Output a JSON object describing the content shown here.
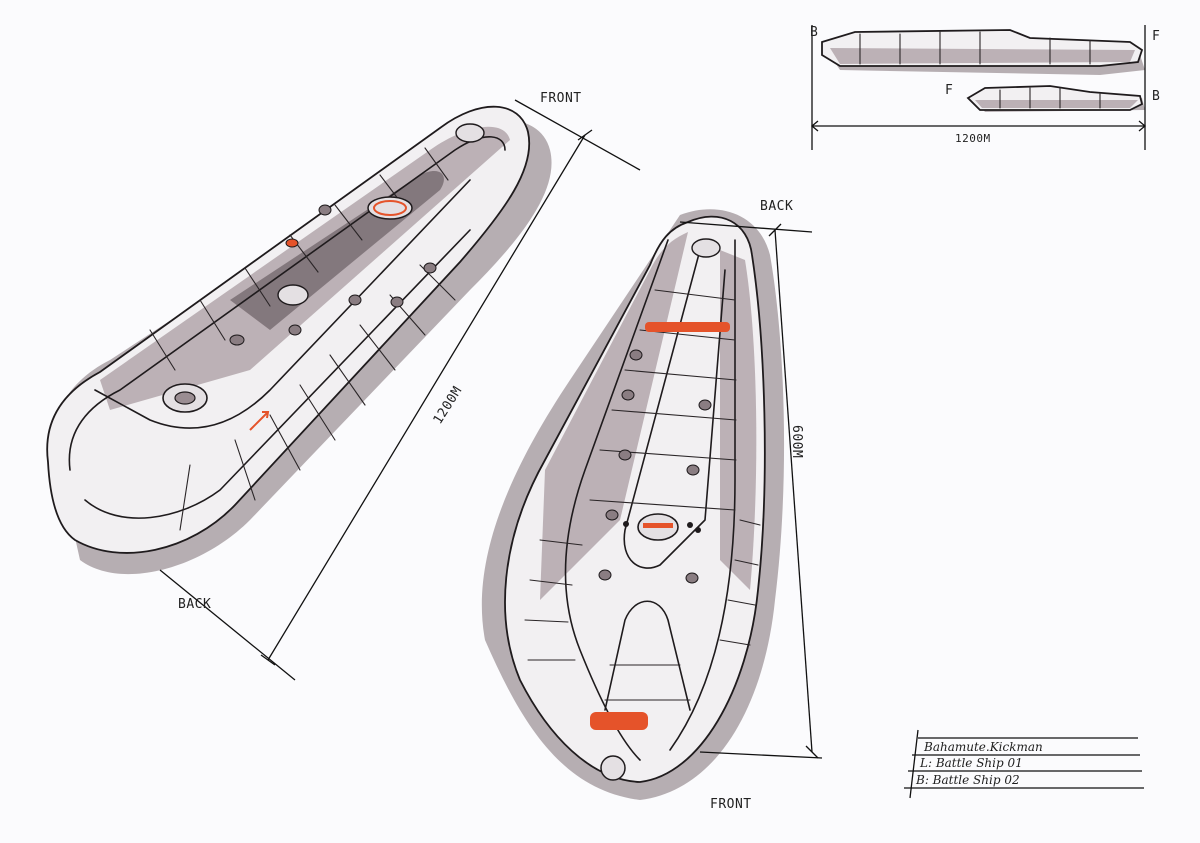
{
  "labels": {
    "ship1_front": "FRONT",
    "ship1_back": "BACK",
    "ship1_length": "1200M",
    "ship2_back": "BACK",
    "ship2_front": "FRONT",
    "ship2_length": "600M",
    "side_b_left": "B",
    "side_f_right": "F",
    "side_f_left": "F",
    "side_b_right": "B",
    "side_length": "1200M"
  },
  "title_block": {
    "author": "Bahamute.Kickman",
    "line_1": "L: Battle Ship 01",
    "line_2": "B: Battle Ship 02"
  },
  "colors": {
    "ink": "#1f1b1d",
    "marker_grey": "#7d6f74",
    "accent_orange": "#e5532a",
    "paper": "#fbfbfd"
  }
}
